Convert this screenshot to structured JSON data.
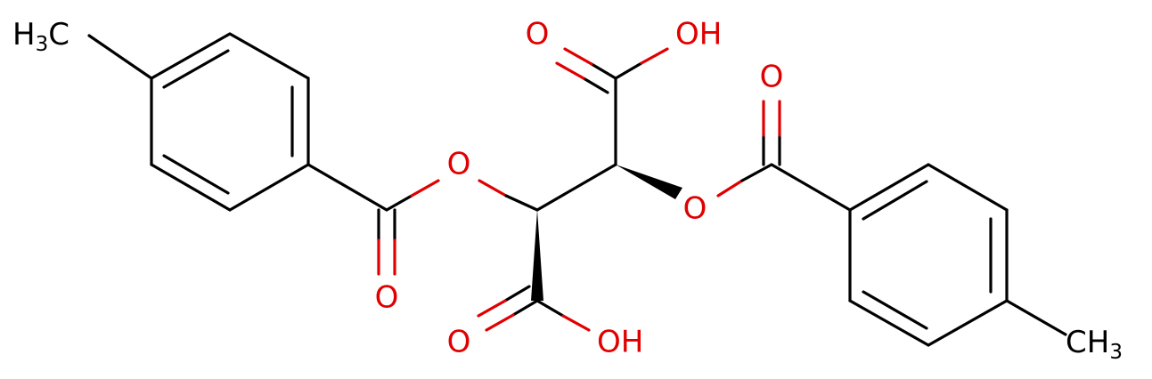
{
  "molecule": {
    "colors": {
      "bond": "#000000",
      "oxygen": "#e00000",
      "carbon_label": "#000000"
    },
    "atom_labels": {
      "methyl_left": {
        "main": "H",
        "sub": "3",
        "tail": "C"
      },
      "methyl_right": {
        "main": "CH",
        "sub": "3"
      },
      "o_ester_left": "O",
      "o_ester_right": "O",
      "o_carbonyl_left": "O",
      "o_carbonyl_right": "O",
      "o_acid_top": "O",
      "oh_acid_top": "OH",
      "o_acid_bottom": "O",
      "oh_acid_bottom": "OH"
    }
  }
}
